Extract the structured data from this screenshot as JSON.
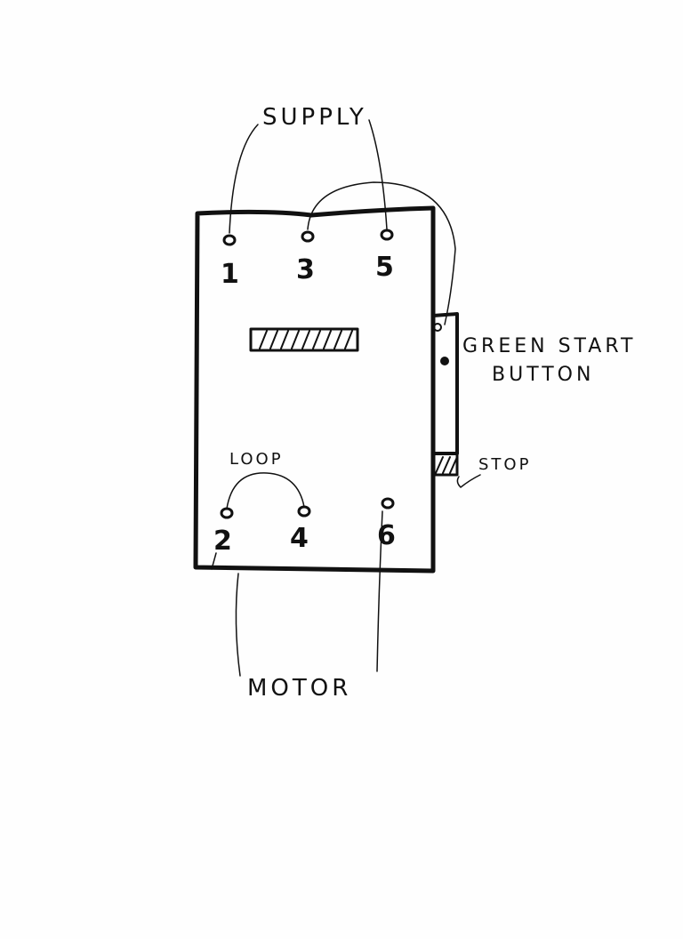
{
  "labels": {
    "supply": "SUPPLY",
    "green_start_line1": "GREEN START",
    "green_start_line2": "BUTTON",
    "stop": "STOP",
    "loop": "LOOP",
    "motor": "MOTOR"
  },
  "terminals": {
    "top": [
      "1",
      "3",
      "5"
    ],
    "bottom": [
      "2",
      "4",
      "6"
    ]
  },
  "colors": {
    "ink": "#111111",
    "paper": "#fefefe"
  }
}
